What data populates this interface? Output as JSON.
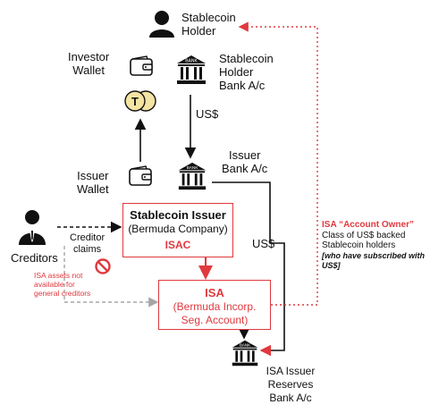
{
  "nodes": {
    "stablecoin_holder": [
      "Stablecoin",
      "Holder"
    ],
    "holder_bank": [
      "Stablecoin",
      "Holder",
      "Bank A/c"
    ],
    "investor_wallet": [
      "Investor",
      "Wallet"
    ],
    "issuer_wallet": [
      "Issuer",
      "Wallet"
    ],
    "issuer_bank": [
      "Issuer",
      "Bank A/c"
    ],
    "creditors": "Creditors",
    "creditor_claims": [
      "Creditor",
      "claims"
    ],
    "isa_assets_note": [
      "ISA assets not",
      "available for",
      "general creditors"
    ],
    "isa_issuer_reserves": [
      "ISA Issuer",
      "Reserves",
      "Bank A/c"
    ]
  },
  "issuer_box": {
    "title": "Stablecoin Issuer",
    "subtitle": "(Bermuda Company)",
    "tag": "ISAC"
  },
  "isa_box": {
    "title": "ISA",
    "line1": "(Bermuda Incorp.",
    "line2": "Seg. Account)"
  },
  "flows": {
    "usd_top": "US$",
    "usd_right": "US$"
  },
  "account_owner_note": {
    "title": "ISA “Account Owner”",
    "line1": "Class of US$ backed",
    "line2": "Stablecoin holders",
    "line3": "[who have subscribed with US$]"
  },
  "icon_labels": {
    "bank": "BANK",
    "token": "T"
  },
  "colors": {
    "accent_red": "#e0393e",
    "gray_arrow": "#a6a6a6",
    "coin": "#f4e4a3"
  }
}
